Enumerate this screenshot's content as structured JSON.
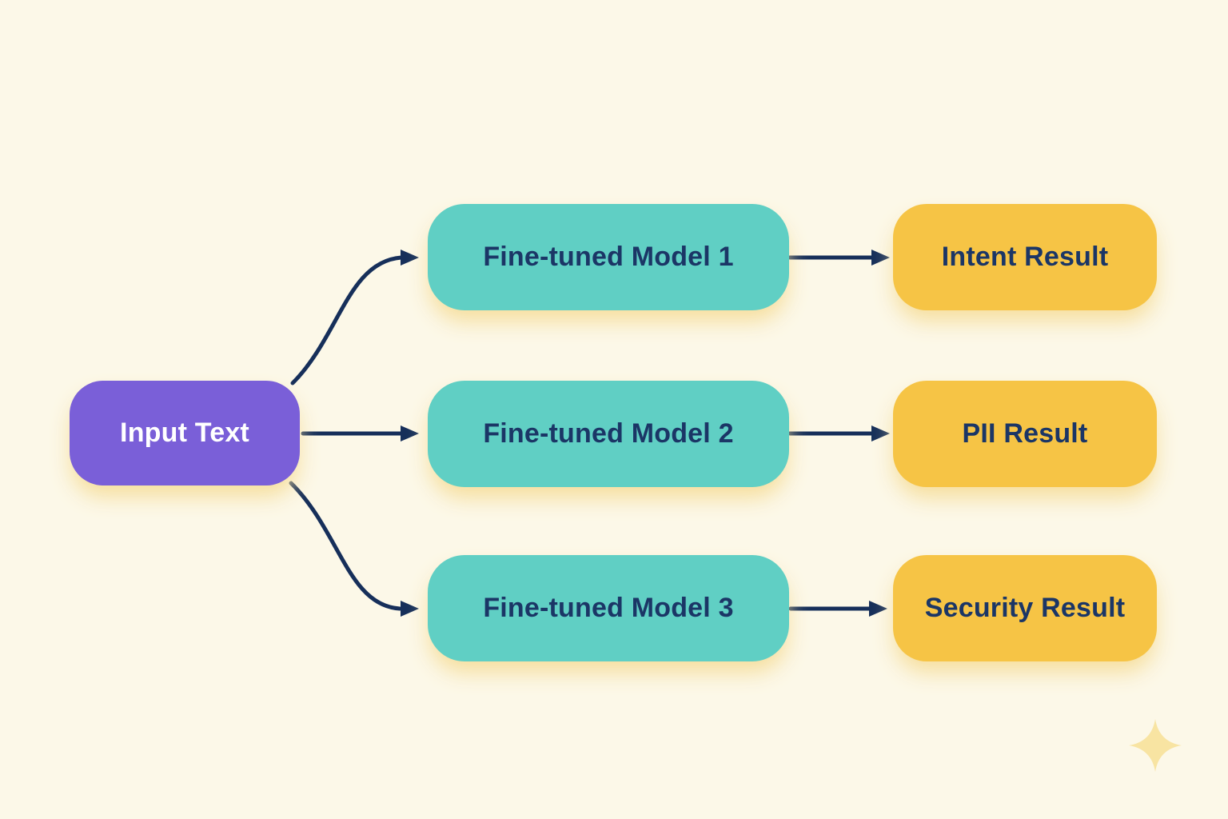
{
  "diagram": {
    "input_label": "Input Text",
    "models": [
      "Fine-tuned Model 1",
      "Fine-tuned Model 2",
      "Fine-tuned Model 3"
    ],
    "results": [
      "Intent Result",
      "PII Result",
      "Security Result"
    ],
    "icons": {
      "sparkle": "sparkle-icon"
    },
    "colors": {
      "background": "#FCF8E8",
      "input_box": "#7A5FD8",
      "model_box": "#60CFC4",
      "result_box": "#F6C445",
      "arrow": "#162F5A",
      "text_dark": "#1B3666",
      "text_light": "#FFFFFF",
      "sparkle": "#F8E4A2",
      "glow": "#F5DD9B"
    }
  }
}
